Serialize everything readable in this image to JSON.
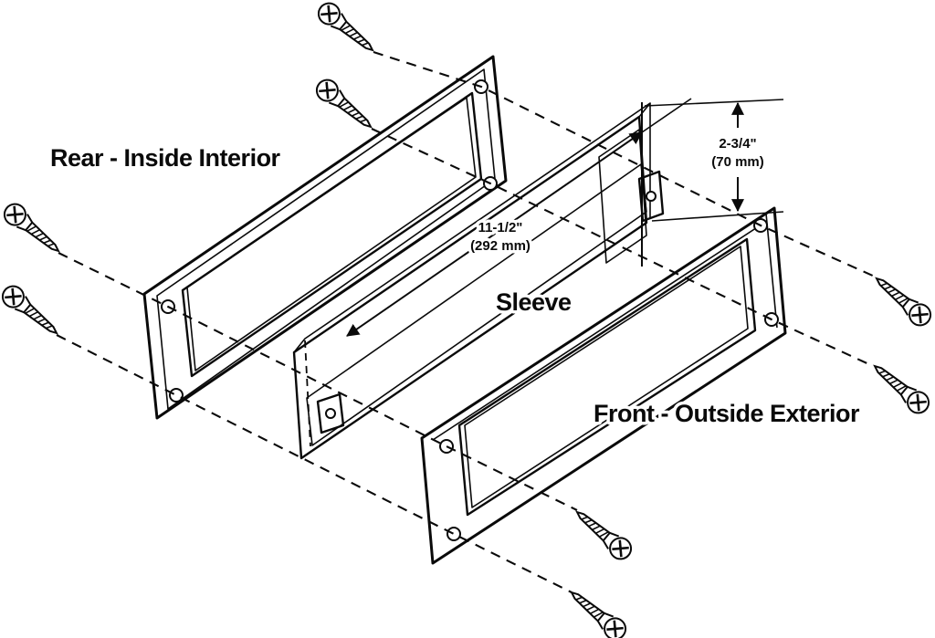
{
  "diagram": {
    "background": "#ffffff",
    "line_color": "#0a0a0a",
    "labels": {
      "rear_plate": "Rear - Inside Interior",
      "sleeve": "Sleeve",
      "front_plate": "Front - Outside Exterior"
    },
    "dimensions": {
      "sleeve_length_in": "11-1/2\"",
      "sleeve_length_mm": "(292 mm)",
      "sleeve_height_in": "2-3/4\"",
      "sleeve_height_mm": "(70 mm)"
    }
  }
}
